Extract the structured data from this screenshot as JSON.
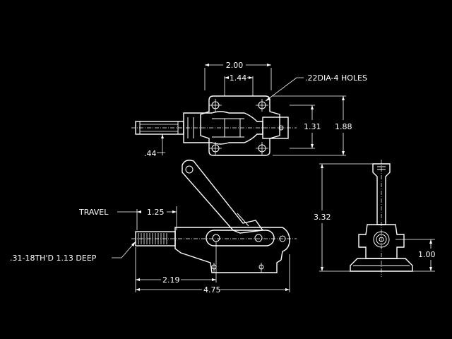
{
  "drawing": {
    "type": "toggle clamp engineering drawing",
    "background": "#000000",
    "line_color": "#ffffff"
  },
  "labels": {
    "dim_2_00": "2.00",
    "dim_1_44": "1.44",
    "holes_note": ".22DIA-4 HOLES",
    "dim_1_31": "1.31",
    "dim_1_88": "1.88",
    "dim_0_44": ".44",
    "travel_label": "TRAVEL",
    "dim_1_25": "1.25",
    "thread_note": ".31-18TH'D 1.13 DEEP",
    "dim_2_19": "2.19",
    "dim_4_75": "4.75",
    "dim_3_32": "3.32",
    "dim_1_00": "1.00"
  }
}
